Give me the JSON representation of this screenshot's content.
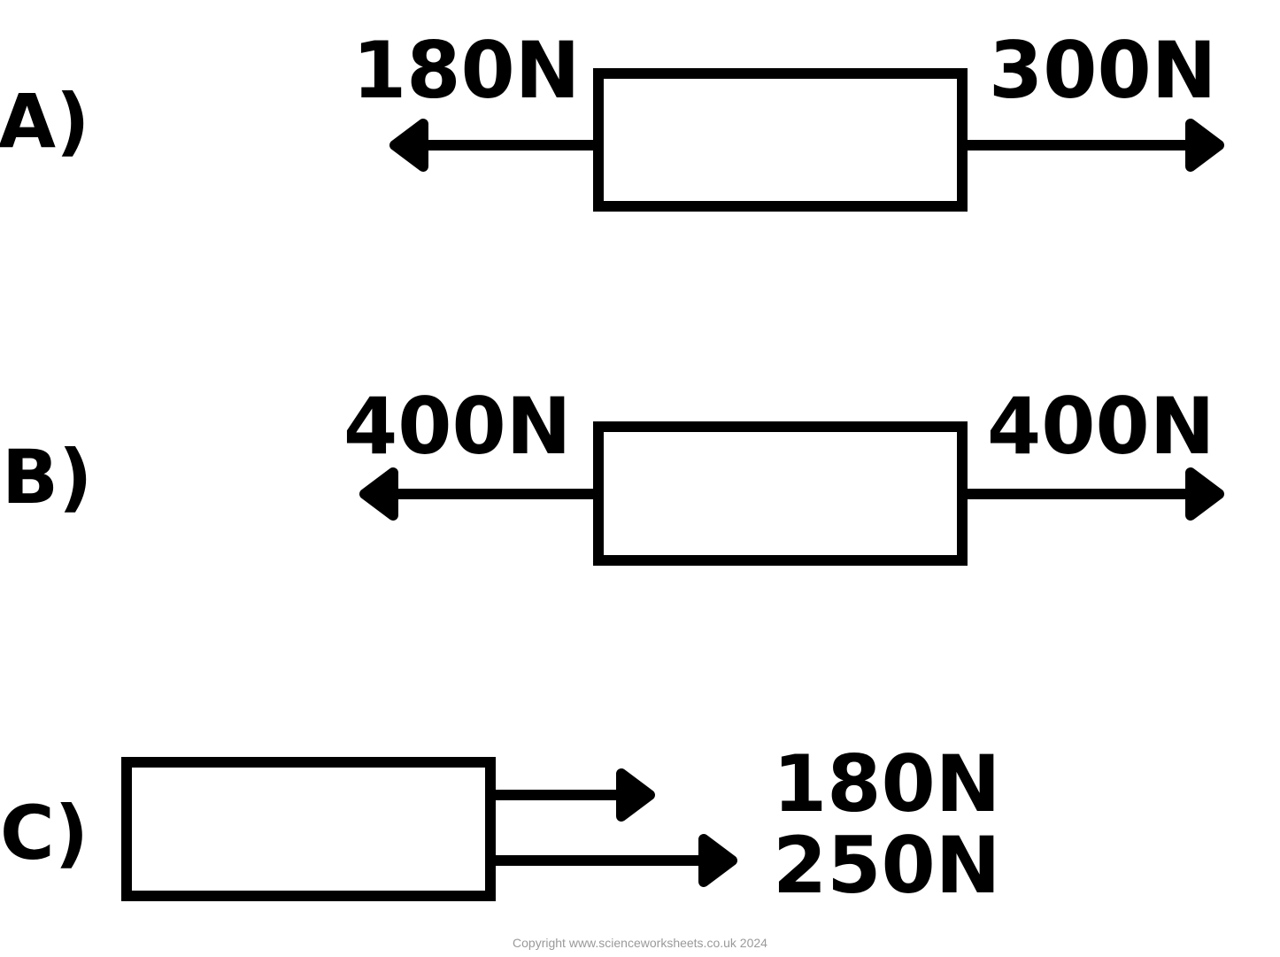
{
  "diagrams": [
    {
      "label": "A)",
      "forces": [
        {
          "text": "180N",
          "direction": "left"
        },
        {
          "text": "300N",
          "direction": "right"
        }
      ]
    },
    {
      "label": "B)",
      "forces": [
        {
          "text": "400N",
          "direction": "left"
        },
        {
          "text": "400N",
          "direction": "right"
        }
      ]
    },
    {
      "label": "C)",
      "forces": [
        {
          "text": "180N",
          "direction": "right"
        },
        {
          "text": "250N",
          "direction": "right"
        }
      ]
    }
  ],
  "footer": {
    "copyright": "Copyright www.scienceworksheets.co.uk 2024"
  },
  "colors": {
    "ink": "#000000",
    "background": "#ffffff",
    "footer_text": "#9a9a9a"
  }
}
